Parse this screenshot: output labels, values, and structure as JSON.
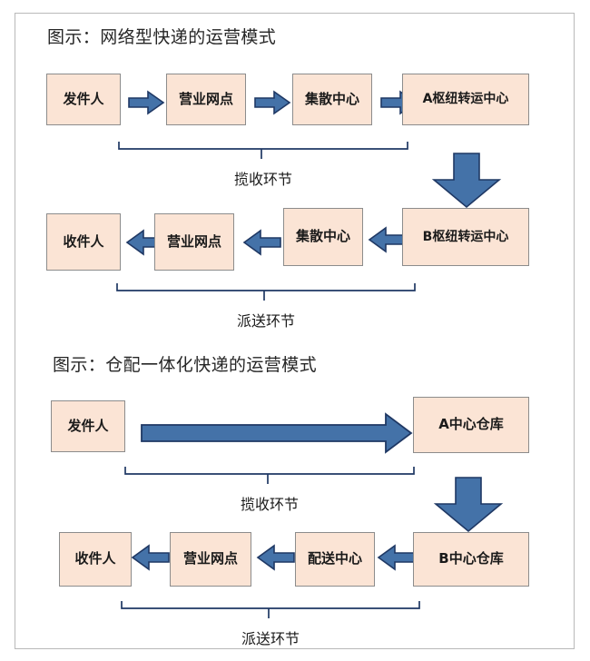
{
  "page": {
    "background_color": "#ffffff",
    "frame_border_color": "#b9b9b9"
  },
  "theme": {
    "node_fill": "#fbe4d5",
    "node_border": "#8c8c8c",
    "arrow_fill": "#4472a8",
    "arrow_stroke": "#1f3864",
    "bracket_color": "#1f3864",
    "text_color": "#1a1a1a",
    "title_color": "#262626"
  },
  "diagrams": [
    {
      "id": "network-express",
      "title": "图示：网络型快递的运营模式",
      "rows": [
        {
          "id": "pickup-row",
          "direction": "right",
          "nodes": [
            {
              "label": "发件人"
            },
            {
              "label": "营业网点"
            },
            {
              "label": "集散中心"
            },
            {
              "label": "A枢纽转运中心"
            }
          ]
        },
        {
          "id": "delivery-row",
          "direction": "left",
          "nodes": [
            {
              "label": "收件人"
            },
            {
              "label": "营业网点"
            },
            {
              "label": "集散中心"
            },
            {
              "label": "B枢纽转运中心"
            }
          ]
        }
      ],
      "phases": [
        {
          "id": "pickup-phase",
          "label": "揽收环节"
        },
        {
          "id": "delivery-phase",
          "label": "派送环节"
        }
      ],
      "transfer_arrow": {
        "direction": "down",
        "label": ""
      }
    },
    {
      "id": "warehouse-integrated-express",
      "title": "图示：仓配一体化快递的运营模式",
      "rows": [
        {
          "id": "pickup-row",
          "direction": "right",
          "nodes": [
            {
              "label": "发件人"
            },
            {
              "label": "A中心仓库"
            }
          ]
        },
        {
          "id": "delivery-row",
          "direction": "left",
          "nodes": [
            {
              "label": "收件人"
            },
            {
              "label": "营业网点"
            },
            {
              "label": "配送中心"
            },
            {
              "label": "B中心仓库"
            }
          ]
        }
      ],
      "phases": [
        {
          "id": "pickup-phase",
          "label": "揽收环节"
        },
        {
          "id": "delivery-phase",
          "label": "派送环节"
        }
      ],
      "transfer_arrow": {
        "direction": "down",
        "label": ""
      }
    }
  ]
}
